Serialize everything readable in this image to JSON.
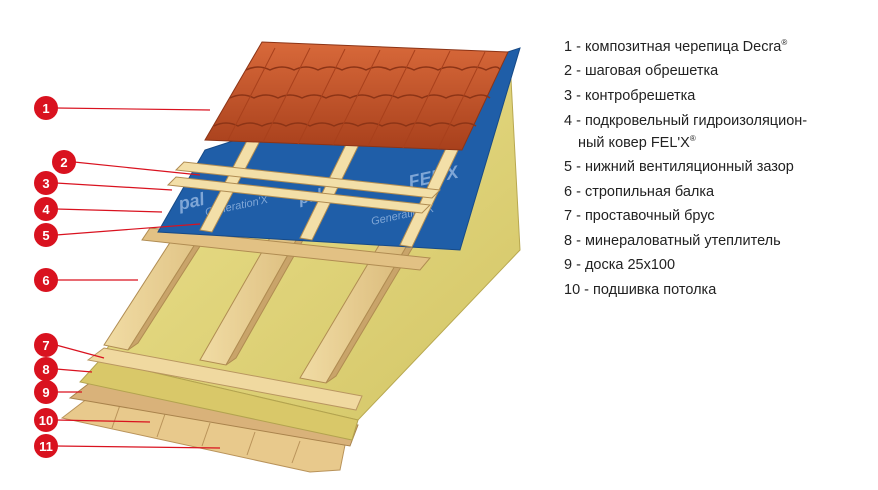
{
  "colors": {
    "marker": "#d9121f",
    "tile": "#c8552a",
    "membrane": "#1f5ea8",
    "wood": "#e8cc8a",
    "insulation": "#e3d77a"
  },
  "membrane_print": [
    "pal",
    "Generation'X",
    "FEL'X"
  ],
  "markers": [
    "1",
    "2",
    "3",
    "4",
    "5",
    "6",
    "7",
    "8",
    "9",
    "10",
    "11"
  ],
  "legend": [
    {
      "text": "1 - композитная черепица Decra",
      "mark": "®"
    },
    {
      "text": "2 - шаговая обрешетка",
      "mark": ""
    },
    {
      "text": "3 - контробрешетка",
      "mark": ""
    },
    {
      "text": "4 - подкровельный гидроизоляцион-",
      "mark": ""
    },
    {
      "text": "ный ковер FEL'X",
      "mark": "®"
    },
    {
      "text": "5 - нижний вентиляционный зазор",
      "mark": ""
    },
    {
      "text": "6 - стропильная балка",
      "mark": ""
    },
    {
      "text": "7 - проставочный брус",
      "mark": ""
    },
    {
      "text": "8 - минераловатный утеплитель",
      "mark": ""
    },
    {
      "text": "9 - доска 25х100",
      "mark": ""
    },
    {
      "text": "10 - подшивка потолка",
      "mark": ""
    }
  ]
}
